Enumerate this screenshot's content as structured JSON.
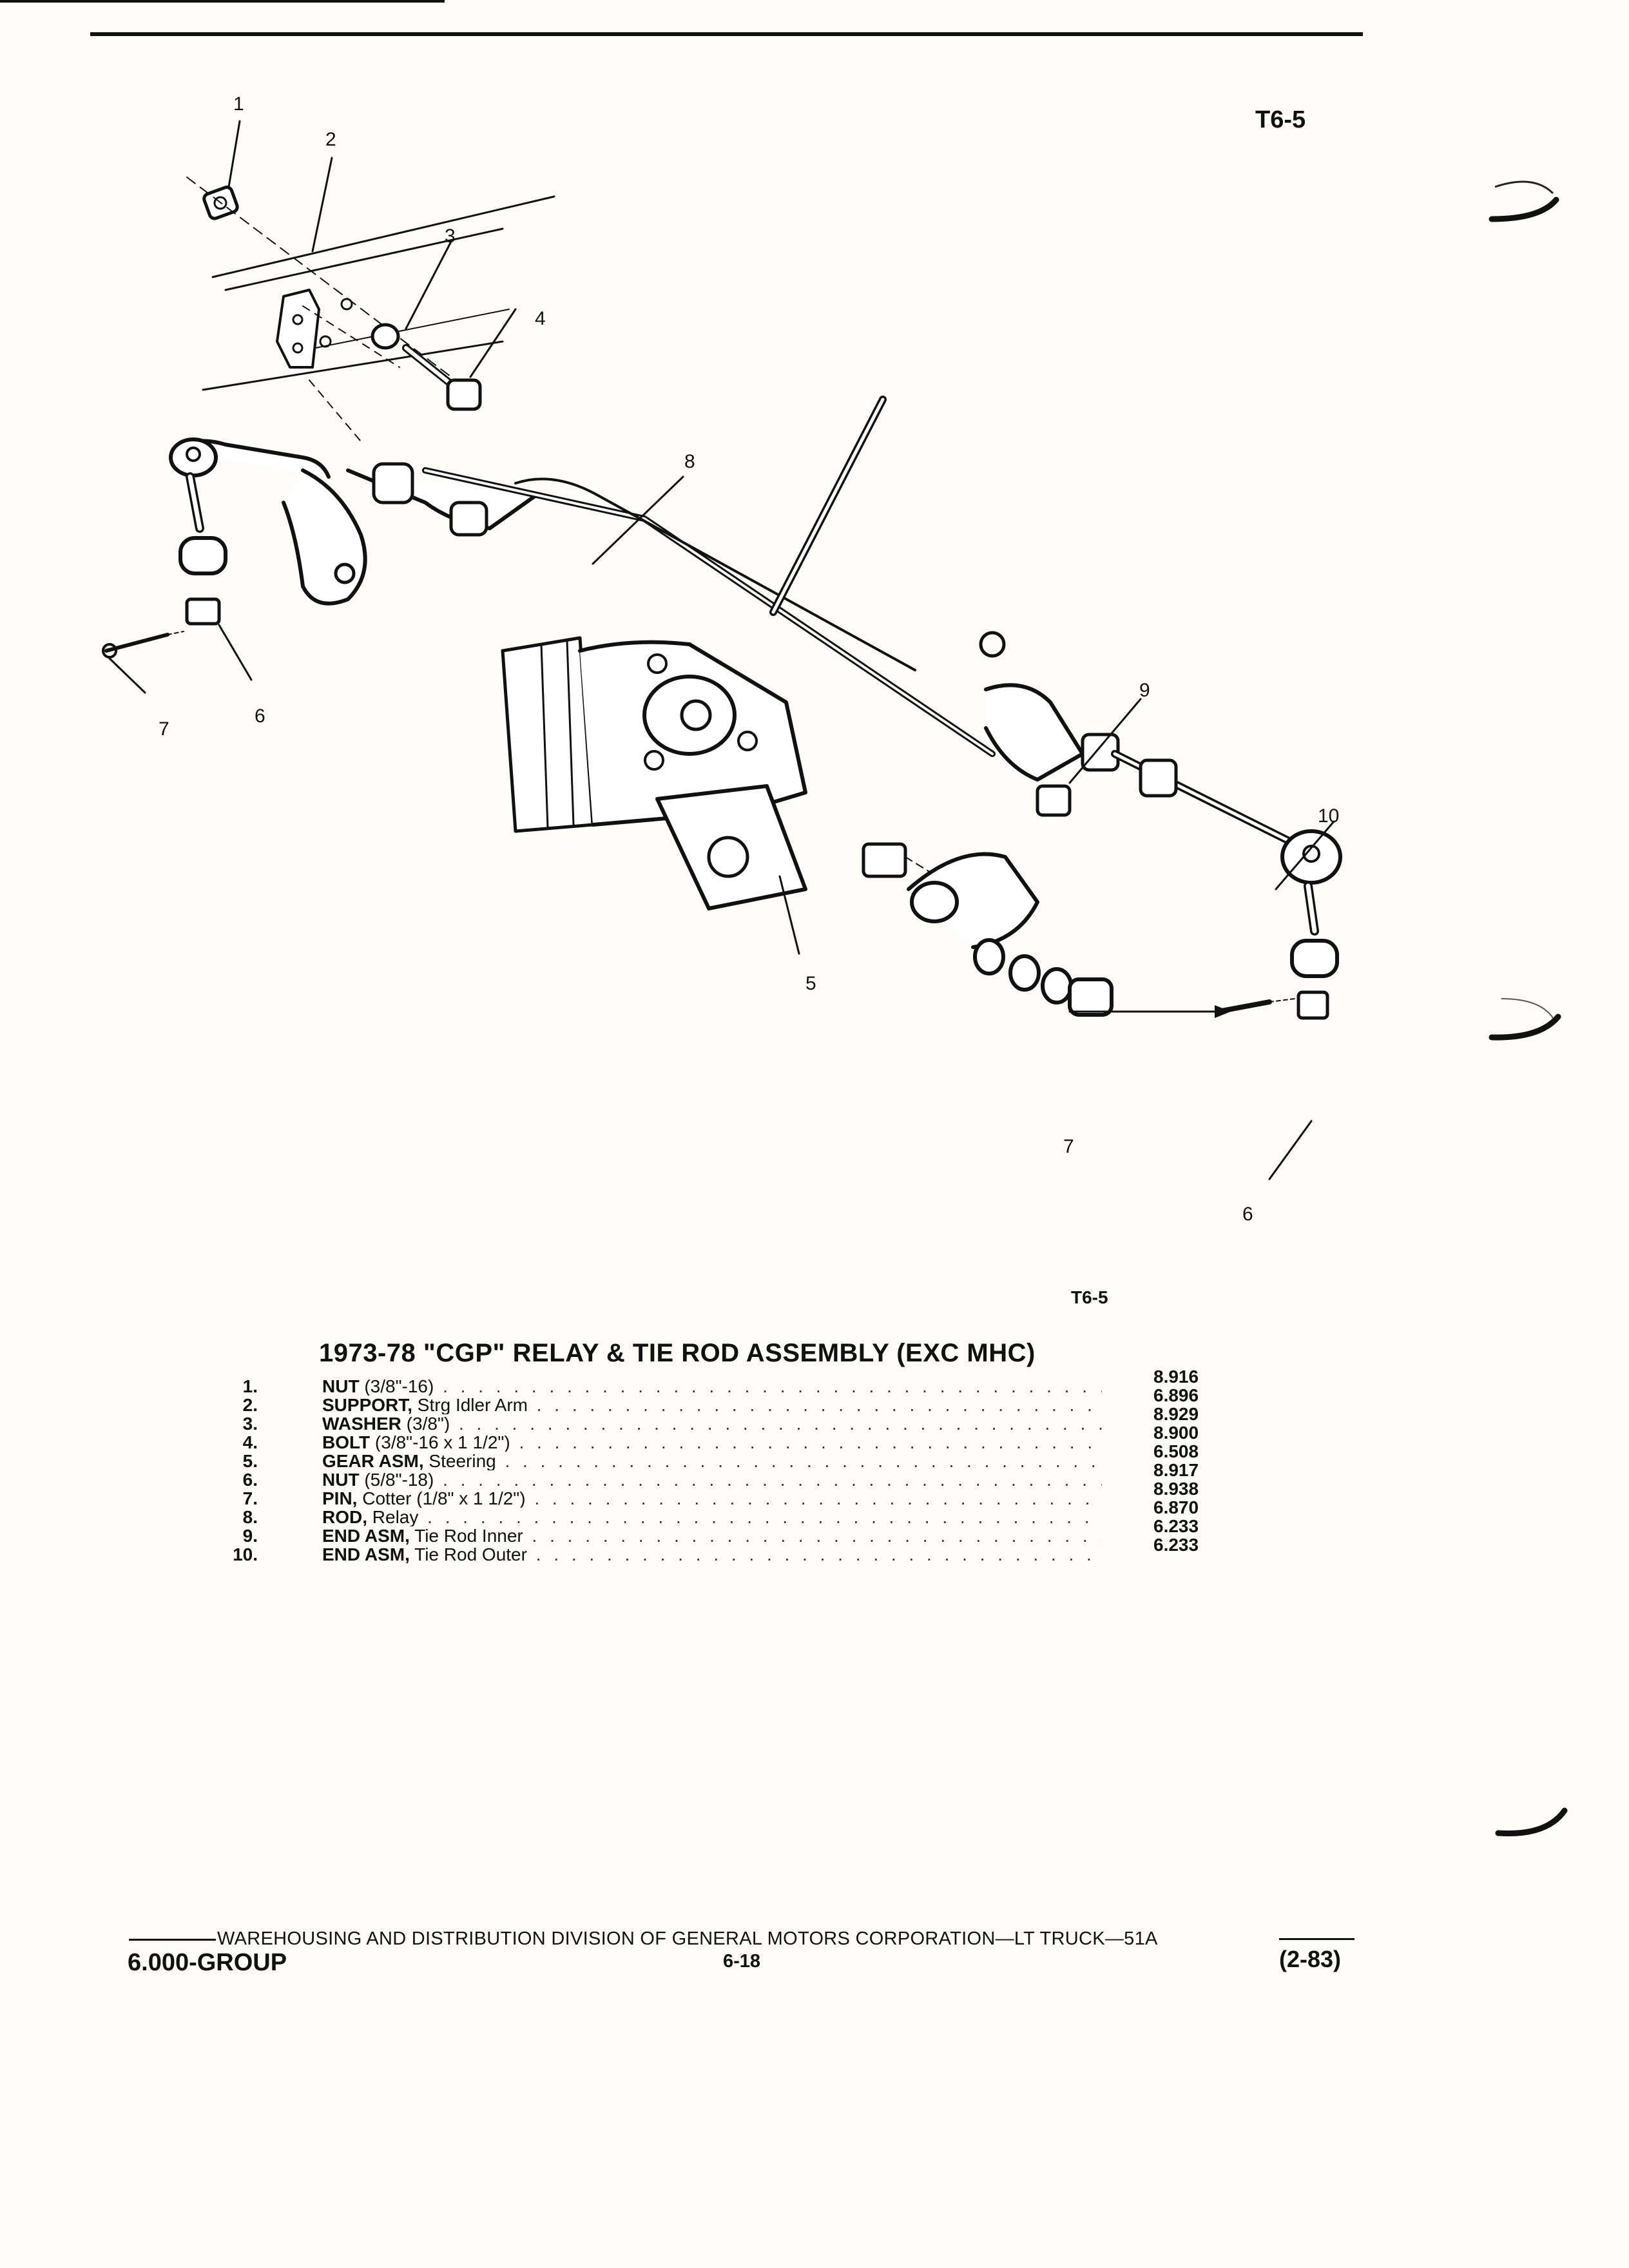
{
  "header": {
    "figure_code": "T6-5"
  },
  "diagram": {
    "callouts": [
      "1",
      "2",
      "3",
      "4",
      "8",
      "7",
      "6",
      "9",
      "10",
      "5",
      "7",
      "6"
    ],
    "figure_code": "T6-5"
  },
  "parts_list": {
    "title": "1973-78 \"CGP\" RELAY & TIE ROD ASSEMBLY (EXC MHC)",
    "items": [
      {
        "num": "1.",
        "name": "NUT",
        "detail": " (3/8\"-16)",
        "code": "8.916"
      },
      {
        "num": "2.",
        "name": "SUPPORT,",
        "detail": " Strg Idler Arm",
        "code": "6.896"
      },
      {
        "num": "3.",
        "name": "WASHER",
        "detail": " (3/8\")",
        "code": "8.929"
      },
      {
        "num": "4.",
        "name": "BOLT",
        "detail": " (3/8\"-16 x 1 1/2\")",
        "code": "8.900"
      },
      {
        "num": "5.",
        "name": "GEAR ASM,",
        "detail": " Steering",
        "code": "6.508"
      },
      {
        "num": "6.",
        "name": "NUT",
        "detail": " (5/8\"-18)",
        "code": "8.917"
      },
      {
        "num": "7.",
        "name": "PIN,",
        "detail": " Cotter (1/8\" x 1 1/2\")",
        "code": "8.938"
      },
      {
        "num": "8.",
        "name": "ROD,",
        "detail": " Relay",
        "code": "6.870"
      },
      {
        "num": "9.",
        "name": "END ASM,",
        "detail": " Tie Rod Inner",
        "code": "6.233"
      },
      {
        "num": "10.",
        "name": "END ASM,",
        "detail": " Tie Rod Outer",
        "code": "6.233"
      }
    ]
  },
  "footer": {
    "division_line": "WAREHOUSING AND DISTRIBUTION  DIVISION OF GENERAL MOTORS CORPORATION—LT TRUCK—51A",
    "group": "6.000-GROUP",
    "page": "6-18",
    "date_code": "(2-83)"
  }
}
